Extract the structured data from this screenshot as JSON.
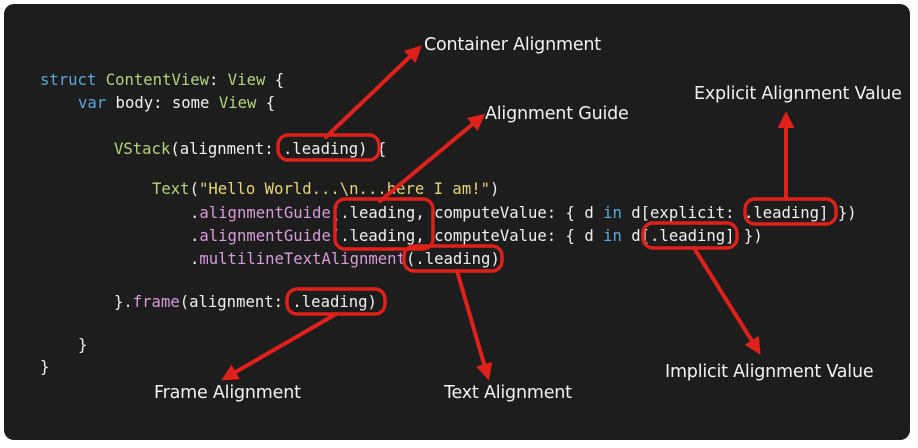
{
  "code": {
    "line1": {
      "kw": "struct",
      "name": "ContentView",
      "colon": ": ",
      "type": "View",
      "brace": " {"
    },
    "line2": {
      "kw": "var",
      "rest": " body: some ",
      "type": "View",
      "brace": " {"
    },
    "line3": {
      "fn": "VStack",
      "pre": "(alignment: ",
      "arg": ".leading",
      "post": ") {"
    },
    "line4": {
      "fn": "Text",
      "open": "(",
      "str": "\"Hello World...\\n...here I am!\"",
      "close": ")"
    },
    "line5": {
      "dot": ".",
      "fn": "alignmentGuide",
      "pre": "(",
      "arg": ".leading",
      "mid": ", computeValue: { d ",
      "kw": "in",
      "post": " d[explicit: ",
      "arg2": ".leading",
      "end": "] })"
    },
    "line6": {
      "dot": ".",
      "fn": "alignmentGuide",
      "pre": "(",
      "arg": ".leading",
      "mid": ", computeValue: { d ",
      "kw": "in",
      "post": " d[",
      "arg2": ".leading",
      "end": "] })"
    },
    "line7": {
      "dot": ".",
      "fn": "multilineTextAlignment",
      "pre": "(",
      "arg": ".leading",
      "end": ")"
    },
    "line8": {
      "pre": "}.",
      "fn": "frame",
      "mid": "(alignment: ",
      "arg": ".leading",
      "end": ")"
    },
    "line9": "}",
    "line10": "}"
  },
  "annotations": {
    "container_alignment": "Container Alignment",
    "alignment_guide": "Alignment Guide",
    "explicit_alignment_value": "Explicit Alignment Value",
    "implicit_alignment_value": "Implicit Alignment Value",
    "frame_alignment": "Frame Alignment",
    "text_alignment": "Text Alignment"
  },
  "colors": {
    "background": "#1d1d1d",
    "keyword": "#59a9dc",
    "type": "#b6d37a",
    "string": "#e6d574",
    "function": "#d79cd9",
    "annotation": "#e0211b"
  }
}
